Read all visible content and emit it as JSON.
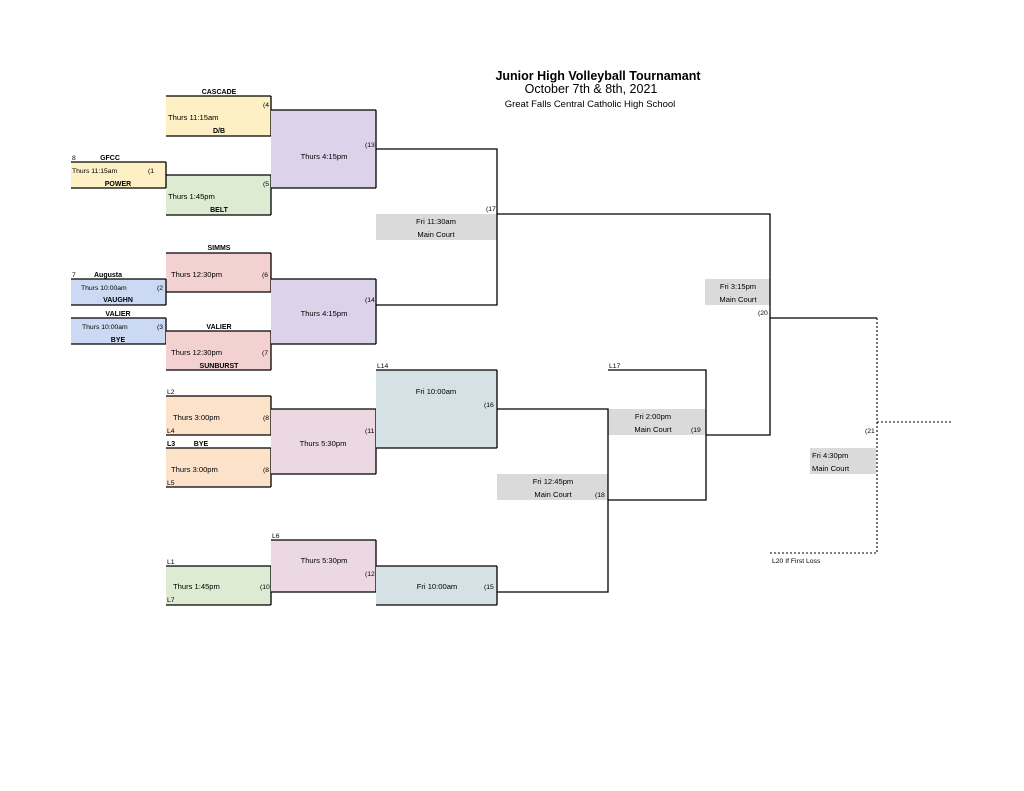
{
  "header": {
    "title": "Junior High Volleyball Tournamant",
    "dates": "October 7th & 8th, 2021",
    "venue": "Great Falls Central Catholic High School"
  },
  "colors": {
    "yellow": "#fdf0c4",
    "green": "#dcebd2",
    "lavender": "#dcd3ea",
    "blue": "#cbd9f2",
    "pink": "#f3d1d1",
    "peach": "#fbe2c9",
    "mauve": "#ecd8e3",
    "slate": "#d5e2e5",
    "gray": "#dadada"
  },
  "games": [
    {
      "id": "g4",
      "number": "(4",
      "time": "Thurs 11:15am",
      "team_top": "CASCADE",
      "team_bottom": "D/B"
    },
    {
      "id": "g5",
      "number": "(5",
      "time": "Thurs   1:45pm",
      "team_bottom": "BELT"
    },
    {
      "id": "g1",
      "number": "(1",
      "time": "Thurs 11:15am",
      "team_top": "GFCC",
      "seed_top": "8",
      "team_bottom": "POWER"
    },
    {
      "id": "g13",
      "number": "(13",
      "time": "Thurs   4:15pm"
    },
    {
      "id": "g6",
      "number": "(6",
      "time": "Thurs  12:30pm",
      "team_top": "SIMMS"
    },
    {
      "id": "g2",
      "number": "(2",
      "time": "Thurs  10:00am",
      "team_top": "Augusta",
      "seed_top": "7",
      "team_bottom": "VAUGHN"
    },
    {
      "id": "g3",
      "number": "(3",
      "time": "Thurs  10:00am",
      "team_top": "VALIER",
      "team_bottom": "BYE"
    },
    {
      "id": "g7",
      "number": "(7",
      "time": "Thurs  12:30pm",
      "team_top": "VALIER",
      "team_bottom": "SUNBURST"
    },
    {
      "id": "g14",
      "number": "(14",
      "time": "Thurs  4:15pm"
    },
    {
      "id": "g8a",
      "number": "(8",
      "time": "Thurs 3:00pm",
      "team_top": "L2",
      "team_bottom": "L4"
    },
    {
      "id": "g8b",
      "number": "(8",
      "time": "Thurs 3:00pm",
      "team_top": "L3",
      "team_top2": "BYE",
      "team_bottom": "L5"
    },
    {
      "id": "g11",
      "number": "(11",
      "time": "Thurs  5:30pm"
    },
    {
      "id": "g10",
      "number": "(10",
      "time": "Thurs 1:45pm",
      "team_top": "L1",
      "team_bottom": "L7"
    },
    {
      "id": "g12",
      "number": "(12",
      "time": "Thurs 5:30pm",
      "team_top": "L6"
    },
    {
      "id": "g16",
      "number": "(16",
      "time": "Fri 10:00am",
      "team_top": "L14"
    },
    {
      "id": "g15",
      "number": "(15",
      "time": "Fri 10:00am"
    },
    {
      "id": "g17",
      "number": "(17",
      "time": "Fri 11:30am",
      "court": "Main Court"
    },
    {
      "id": "g18",
      "number": "(18",
      "time": "Fri 12:45pm",
      "court": "Main Court"
    },
    {
      "id": "g19",
      "number": "(19",
      "time": "Fri 2:00pm",
      "court": "Main Court",
      "team_top": "L17"
    },
    {
      "id": "g20",
      "number": "(20",
      "time": "Fri 3:15pm",
      "court": "Main Court"
    },
    {
      "id": "g21",
      "number": "(21",
      "time": "Fri 4:30pm",
      "court": "Main Court"
    }
  ],
  "notes": {
    "if_game": "L20 If First Loss"
  }
}
